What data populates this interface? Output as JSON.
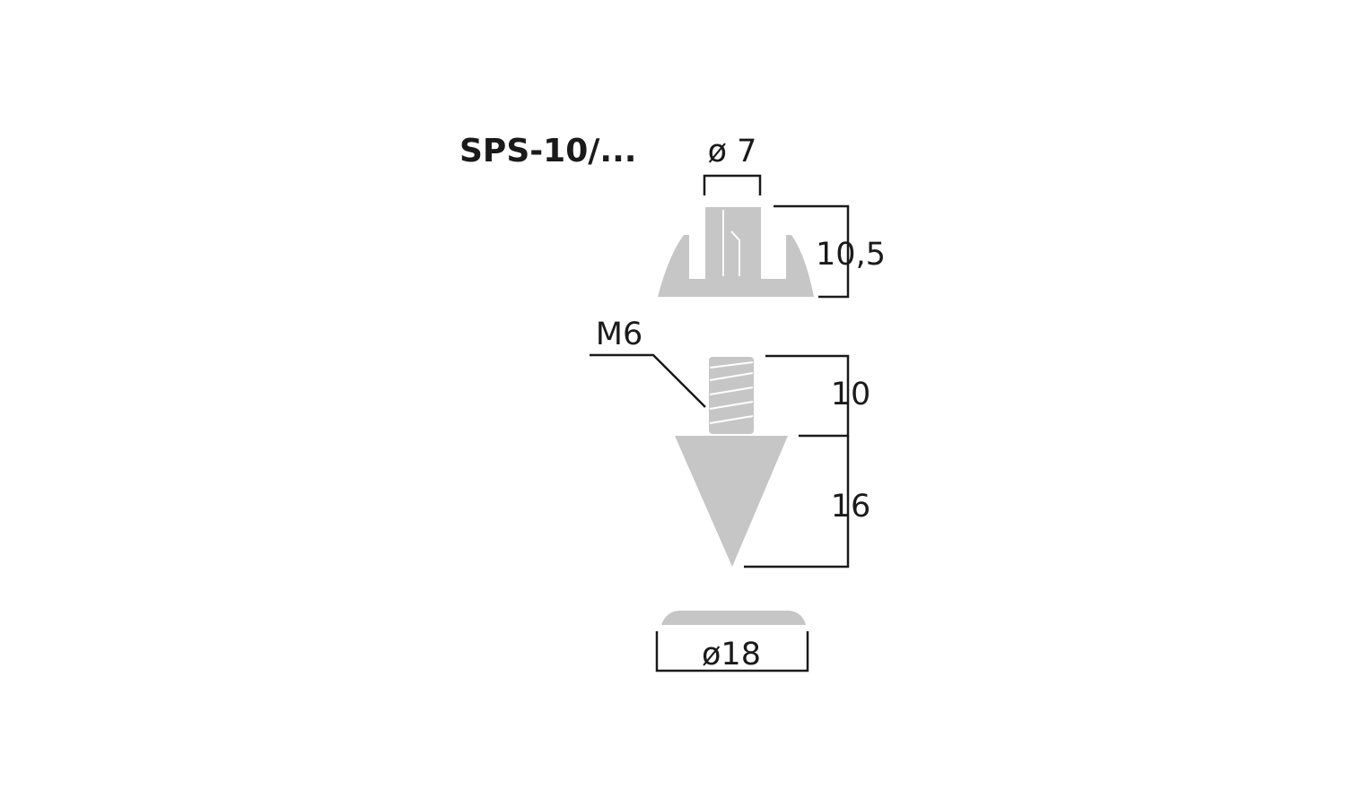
{
  "title": "SPS-10/...",
  "dimensions": {
    "cap_bore_diameter": "ø 7",
    "cap_height": "10,5",
    "thread_size": "M6",
    "thread_length": "10",
    "spike_length": "16",
    "disc_diameter": "ø18"
  },
  "colors": {
    "part_fill": "#c6c6c6",
    "line": "#1a1a1a",
    "background": "#ffffff"
  }
}
